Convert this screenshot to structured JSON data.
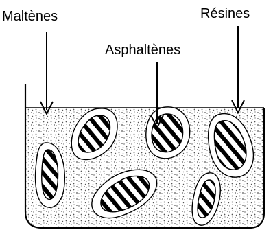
{
  "labels": {
    "maltenes": "Maltènes",
    "asphaltenes": "Asphaltènes",
    "resines": "Résines"
  },
  "colors": {
    "ink": "#000000",
    "background": "#ffffff",
    "dots": "#555555"
  }
}
